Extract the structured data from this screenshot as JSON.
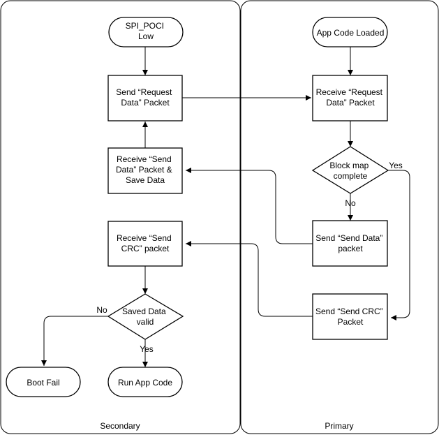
{
  "lanes": {
    "secondary": "Secondary",
    "primary": "Primary"
  },
  "nodes": {
    "spi_poci_low": [
      "SPI_POCI",
      "Low"
    ],
    "send_request_data": [
      "Send “Request",
      "Data” Packet"
    ],
    "receive_send_data": [
      "Receive “Send",
      "Data” Packet &",
      "Save Data"
    ],
    "receive_send_crc": [
      "Receive “Send",
      "CRC” packet"
    ],
    "saved_data_valid": [
      "Saved Data",
      "valid"
    ],
    "boot_fail": [
      "Boot Fail"
    ],
    "run_app_code": [
      "Run App Code"
    ],
    "app_code_loaded": [
      "App Code Loaded"
    ],
    "receive_request_data": [
      "Receive “Request",
      "Data” Packet"
    ],
    "block_map_complete": [
      "Block map",
      "complete"
    ],
    "send_send_data": [
      "Send “Send Data”",
      "packet"
    ],
    "send_send_crc": [
      "Send “Send CRC”",
      "Packet"
    ]
  },
  "edge_labels": {
    "block_map_yes": "Yes",
    "block_map_no": "No",
    "saved_data_no": "No",
    "saved_data_yes": "Yes"
  }
}
